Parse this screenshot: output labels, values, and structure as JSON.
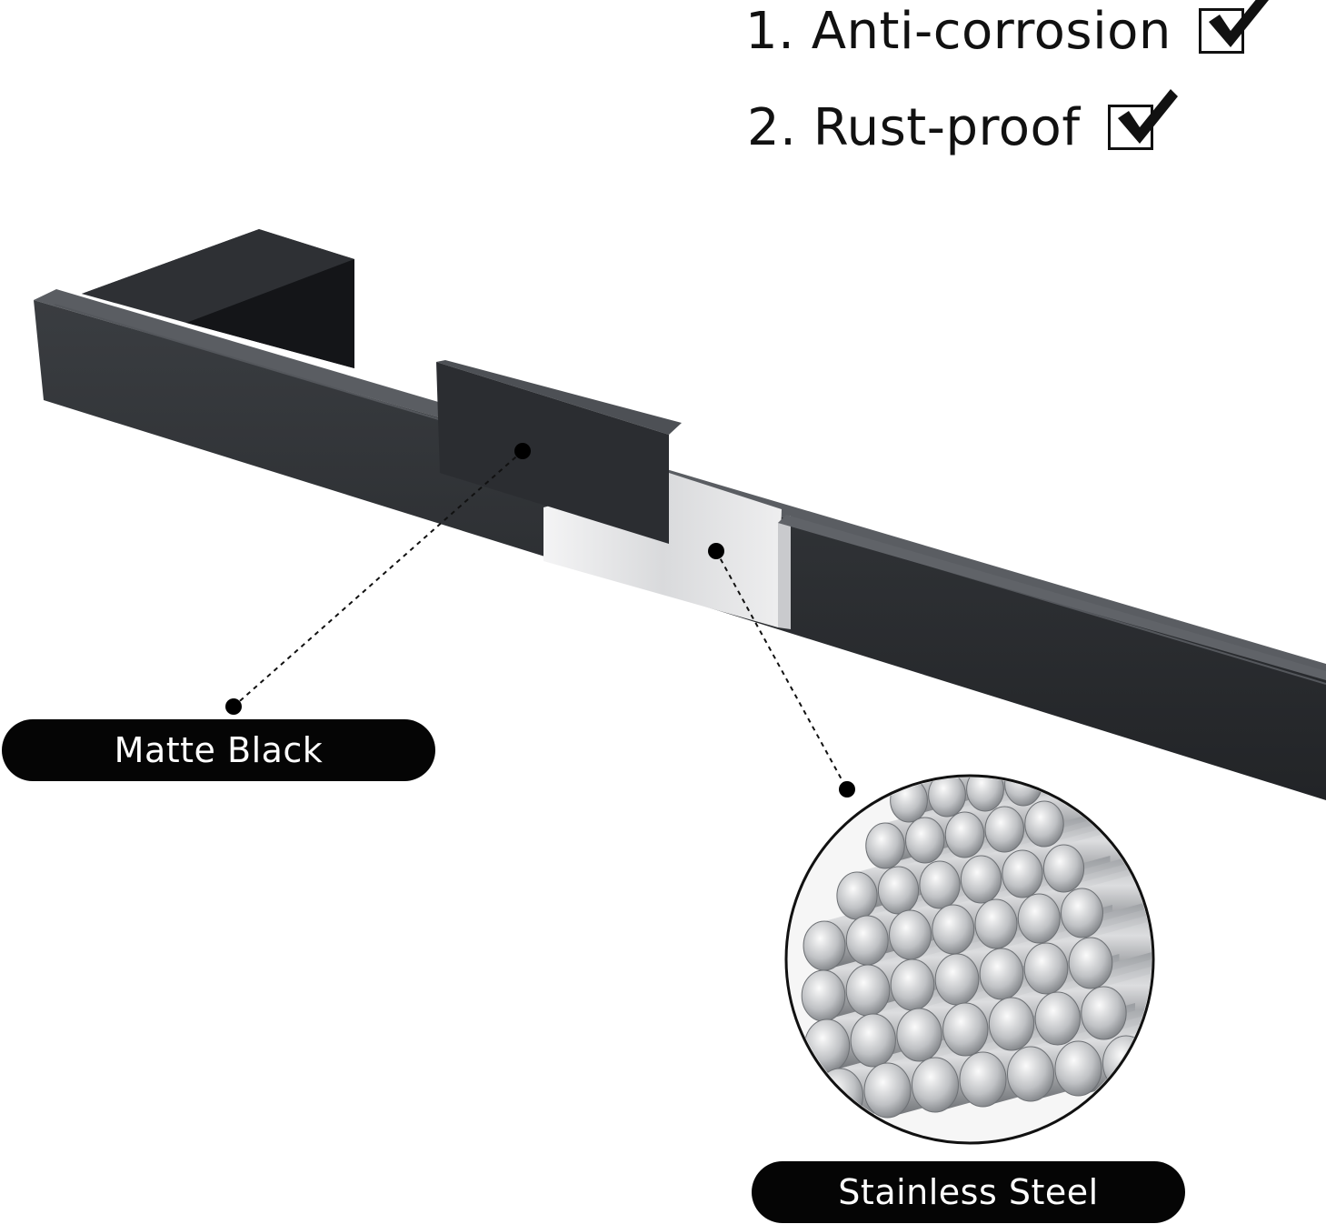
{
  "features": [
    {
      "label": "1. Anti-corrosion",
      "checked": true,
      "icon": "checkmark-icon"
    },
    {
      "label": "2. Rust-proof",
      "checked": true,
      "icon": "checkmark-icon"
    }
  ],
  "callouts": {
    "finish": "Matte Black",
    "material": "Stainless Steel"
  },
  "colors": {
    "bar": "#27292c",
    "bar_highlight": "#4a4d52",
    "steel_section": "#e4e5e7",
    "pill": "#050505",
    "pill_text": "#ffffff"
  }
}
